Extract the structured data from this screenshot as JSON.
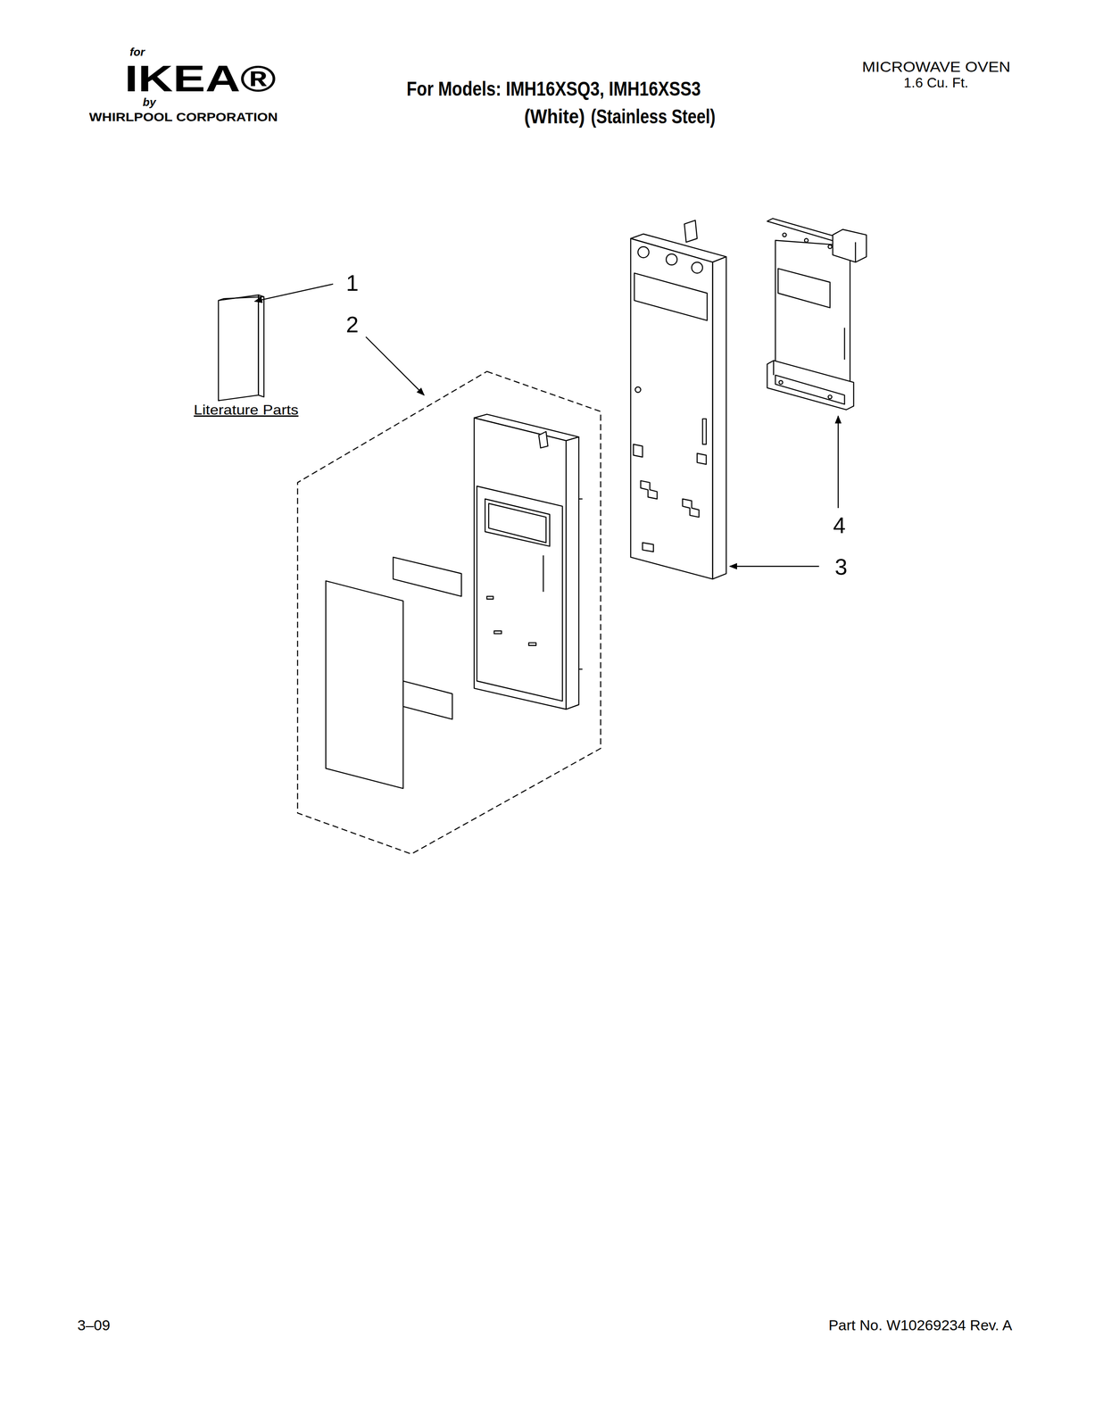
{
  "diagram": {
    "title": "For Models: IMH16XSQ3, IMH16XSS3",
    "labels": [
      "for",
      "IKEA®",
      "by",
      "WHIRLPOOL CORPORATION",
      "(White)",
      "(Stainless Steel)",
      "MICROWAVE OVEN",
      "1.6 Cu. Ft.",
      "1",
      "2",
      "Literature Parts",
      "4",
      "3",
      "3–09",
      "Part No. W10269234 Rev. A"
    ]
  }
}
